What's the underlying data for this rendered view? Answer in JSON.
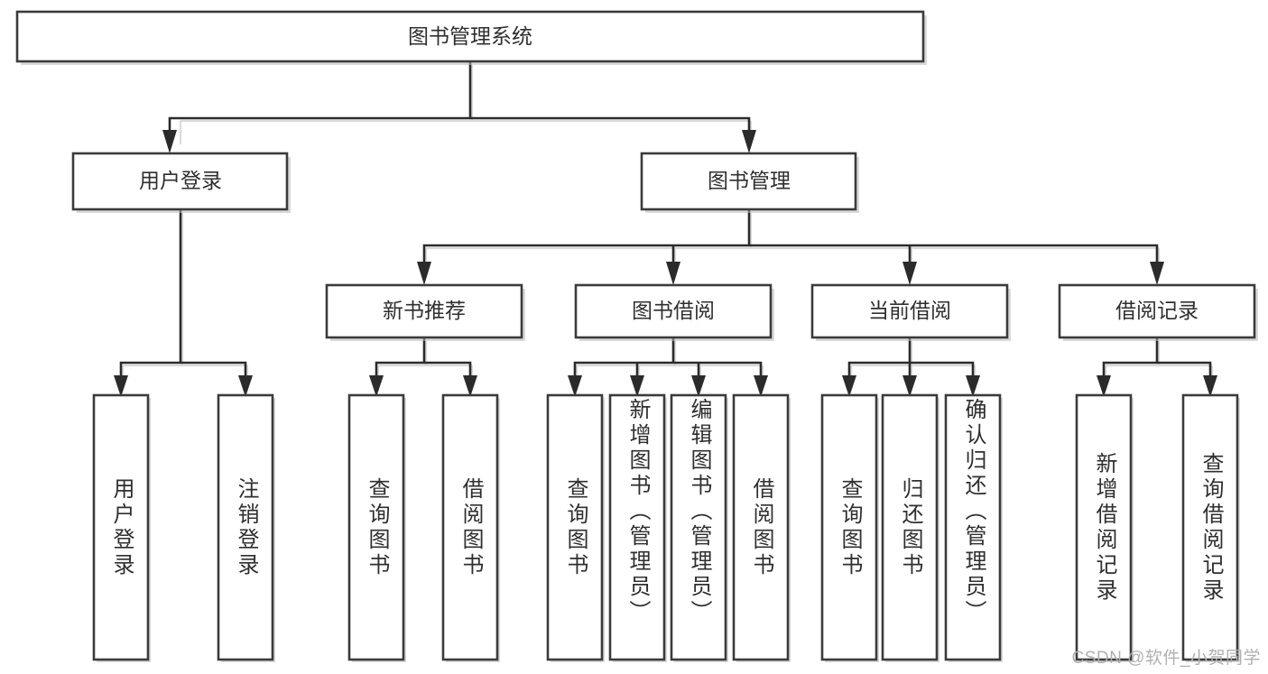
{
  "diagram": {
    "title": "图书管理系统",
    "type": "tree-hierarchy-chart",
    "watermark": "CSDN @软件_小贺同学",
    "colors": {
      "box_fill": "#ffffff",
      "box_stroke": "#3b3b3b",
      "connector": "#2b2b2b",
      "text": "#2f2f2f",
      "watermark": "#b0b0b0",
      "background": "#ffffff"
    },
    "levels": {
      "root": {
        "label": "图书管理系统",
        "orientation": "horizontal"
      },
      "level2": [
        {
          "label": "用户登录",
          "orientation": "horizontal"
        },
        {
          "label": "图书管理",
          "orientation": "horizontal"
        }
      ],
      "level3": [
        {
          "label": "新书推荐",
          "orientation": "horizontal",
          "parent": "图书管理"
        },
        {
          "label": "图书借阅",
          "orientation": "horizontal",
          "parent": "图书管理"
        },
        {
          "label": "当前借阅",
          "orientation": "horizontal",
          "parent": "图书管理"
        },
        {
          "label": "借阅记录",
          "orientation": "horizontal",
          "parent": "图书管理"
        }
      ],
      "leaves": [
        {
          "label": "用户登录",
          "orientation": "vertical",
          "parent": "用户登录"
        },
        {
          "label": "注销登录",
          "orientation": "vertical",
          "parent": "用户登录"
        },
        {
          "label": "查询图书",
          "orientation": "vertical",
          "parent": "新书推荐"
        },
        {
          "label": "借阅图书",
          "orientation": "vertical",
          "parent": "新书推荐"
        },
        {
          "label": "查询图书",
          "orientation": "vertical",
          "parent": "图书借阅"
        },
        {
          "label": "新增图书（管理员）",
          "orientation": "vertical",
          "parent": "图书借阅"
        },
        {
          "label": "编辑图书（管理员）",
          "orientation": "vertical",
          "parent": "图书借阅"
        },
        {
          "label": "借阅图书",
          "orientation": "vertical",
          "parent": "图书借阅"
        },
        {
          "label": "查询图书",
          "orientation": "vertical",
          "parent": "当前借阅"
        },
        {
          "label": "归还图书",
          "orientation": "vertical",
          "parent": "当前借阅"
        },
        {
          "label": "确认归还（管理员）",
          "orientation": "vertical",
          "parent": "当前借阅"
        },
        {
          "label": "新增借阅记录",
          "orientation": "vertical",
          "parent": "借阅记录"
        },
        {
          "label": "查询借阅记录",
          "orientation": "vertical",
          "parent": "借阅记录"
        }
      ]
    }
  }
}
